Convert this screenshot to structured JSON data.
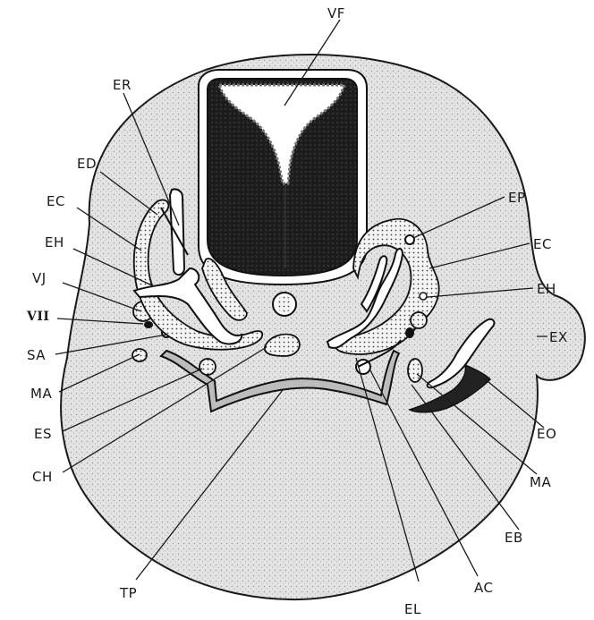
{
  "labels": {
    "vf": "VF",
    "er": "ER",
    "ed": "ED",
    "ec_left": "EC",
    "eh_left": "EH",
    "vj": "VJ",
    "vii": "VII",
    "sa": "SA",
    "ma_left": "MA",
    "es": "ES",
    "ch": "CH",
    "tp": "TP",
    "el": "EL",
    "ac": "AC",
    "eb": "EB",
    "ma_right": "MA",
    "eo": "EO",
    "ex": "EX",
    "eh_right": "EH",
    "ec_right": "EC",
    "ep": "EP"
  },
  "colors": {
    "ink": "#111111",
    "stipple": "#d9d9d9",
    "neural_tube": "#1c1c1c",
    "background": "#ffffff"
  }
}
